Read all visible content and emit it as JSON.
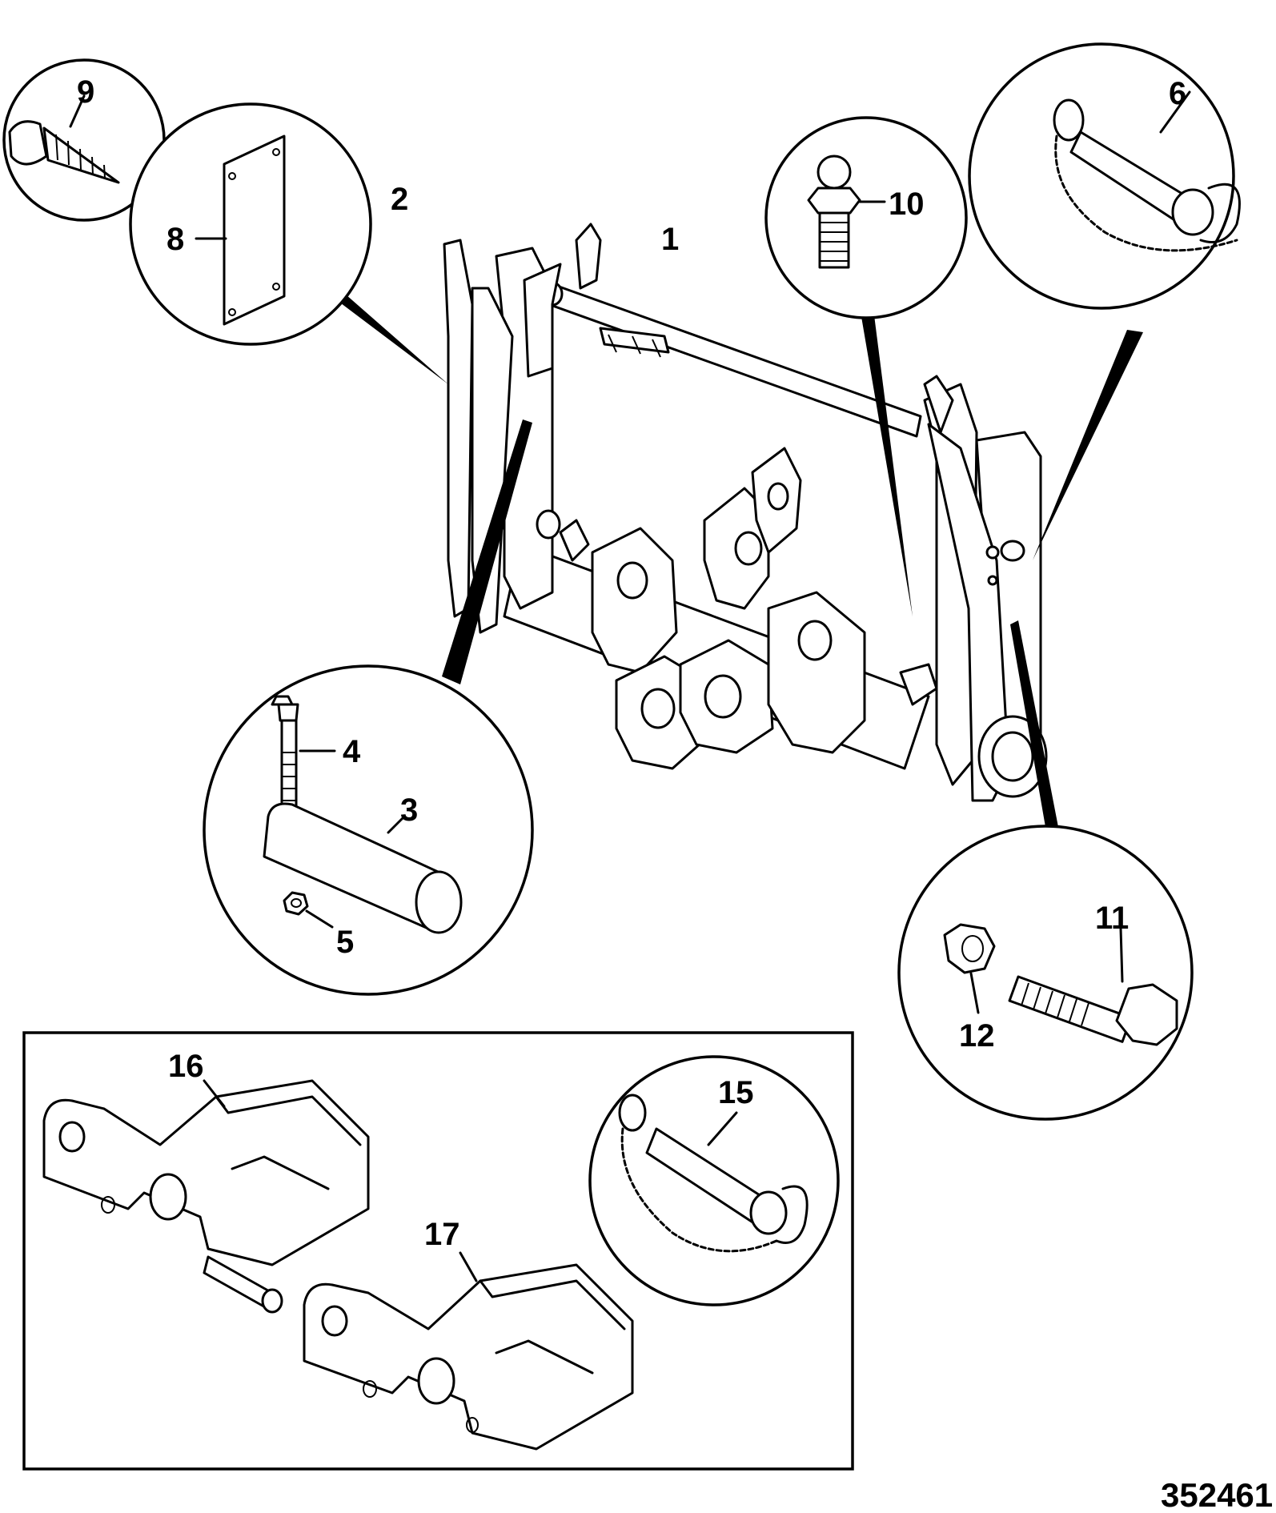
{
  "callouts": [
    {
      "id": "1"
    },
    {
      "id": "2"
    },
    {
      "id": "3"
    },
    {
      "id": "4"
    },
    {
      "id": "5"
    },
    {
      "id": "6"
    },
    {
      "id": "8"
    },
    {
      "id": "9"
    },
    {
      "id": "10"
    },
    {
      "id": "11"
    },
    {
      "id": "12"
    },
    {
      "id": "15"
    },
    {
      "id": "16"
    },
    {
      "id": "17"
    }
  ],
  "figure_id": "352461"
}
